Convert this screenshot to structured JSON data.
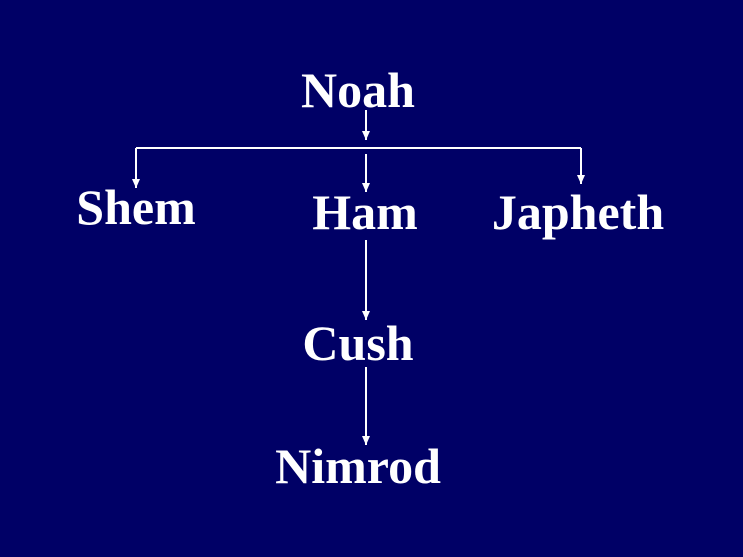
{
  "diagram": {
    "nodes": {
      "noah": "Noah",
      "shem": "Shem",
      "ham": "Ham",
      "japheth": "Japheth",
      "cush": "Cush",
      "nimrod": "Nimrod"
    },
    "colors": {
      "background": "#000066",
      "text": "#ffffff",
      "connector": "#ffffff"
    }
  }
}
